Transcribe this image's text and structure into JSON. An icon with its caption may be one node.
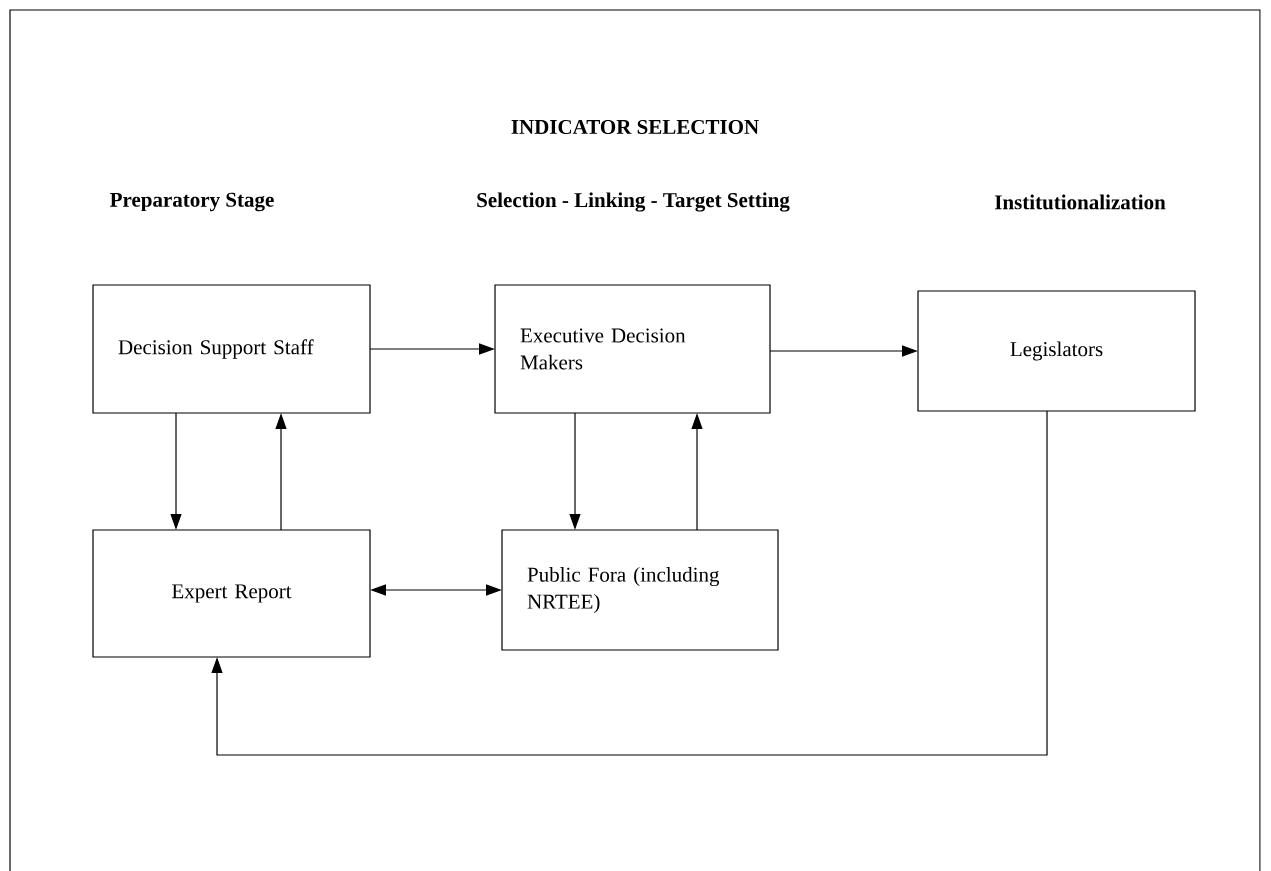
{
  "diagram": {
    "title": "INDICATOR SELECTION",
    "nodes": [
      {
        "text": [
          "Decision Support Staff"
        ]
      },
      {
        "text": [
          "Executive Decision Makers"
        ]
      },
      {
        "text": [
          "Legislators"
        ]
      },
      {
        "text": [
          "Expert Report"
        ]
      },
      {
        "text": [
          "Public Fora (including NRTEE)"
        ]
      }
    ],
    "edges": [
      {
        "from": 0,
        "to": 1,
        "arrow": "to"
      },
      {
        "from": 1,
        "to": 2,
        "arrow": "to"
      },
      {
        "from": 0,
        "to": 3,
        "arrow": "to"
      },
      {
        "from": 3,
        "to": 0,
        "arrow": "to"
      },
      {
        "from": 1,
        "to": 4,
        "arrow": "to"
      },
      {
        "from": 4,
        "to": 1,
        "arrow": "to"
      },
      {
        "from": 3,
        "to": 4,
        "arrow": "both"
      },
      {
        "from": 2,
        "to": 3,
        "arrow": "to"
      }
    ],
    "labels": [
      "Preparatory Stage",
      "Selection - Linking - Target Setting",
      "Institutionalization"
    ]
  }
}
